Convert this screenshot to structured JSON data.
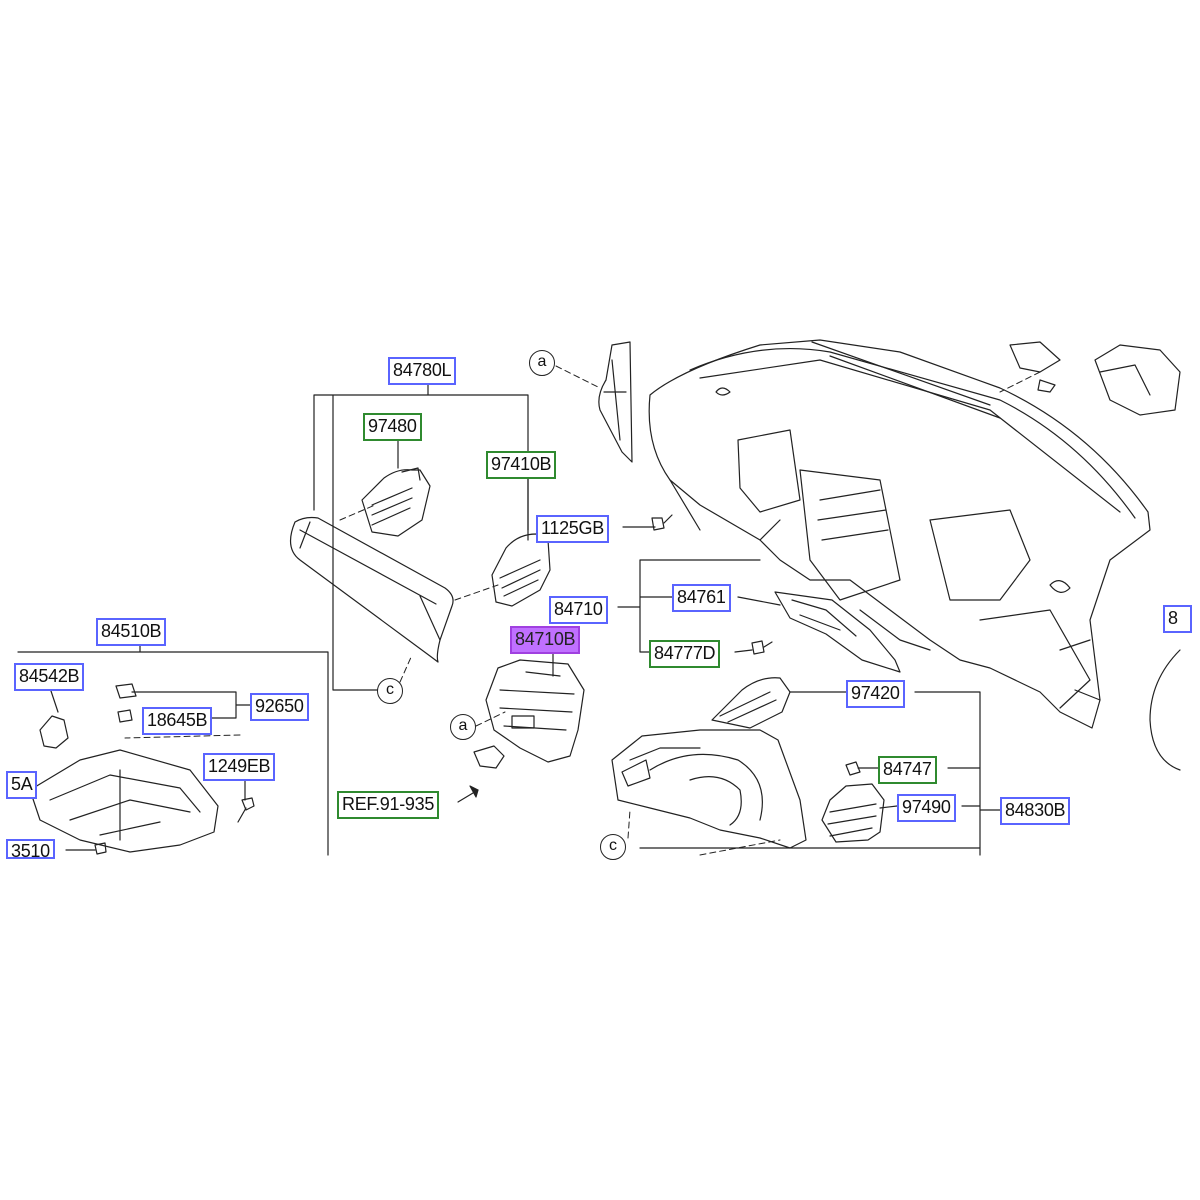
{
  "labels": {
    "l84780L": "84780L",
    "l97480": "97480",
    "l97410B": "97410B",
    "l1125GB": "1125GB",
    "l84710": "84710",
    "l84761": "84761",
    "l84777D": "84777D",
    "l84710B": "84710B",
    "l84510B": "84510B",
    "l84542B": "84542B",
    "l92650": "92650",
    "l18645B": "18645B",
    "l1249EB": "1249EB",
    "l5A": "5A",
    "l3510": "3510",
    "lREF": "REF.91-935",
    "l97420": "97420",
    "l84747": "84747",
    "l97490": "97490",
    "l84830B": "84830B",
    "l8": "8"
  },
  "callouts": {
    "a_top": "a",
    "a_mid": "a",
    "c_left": "c",
    "c_bottom": "c"
  },
  "colors": {
    "blue_frame": "#5a64ff",
    "green_frame": "#2f8a2f",
    "highlight_fill": "#c070ff",
    "line": "#222222"
  },
  "highlighted_part": "84710B"
}
